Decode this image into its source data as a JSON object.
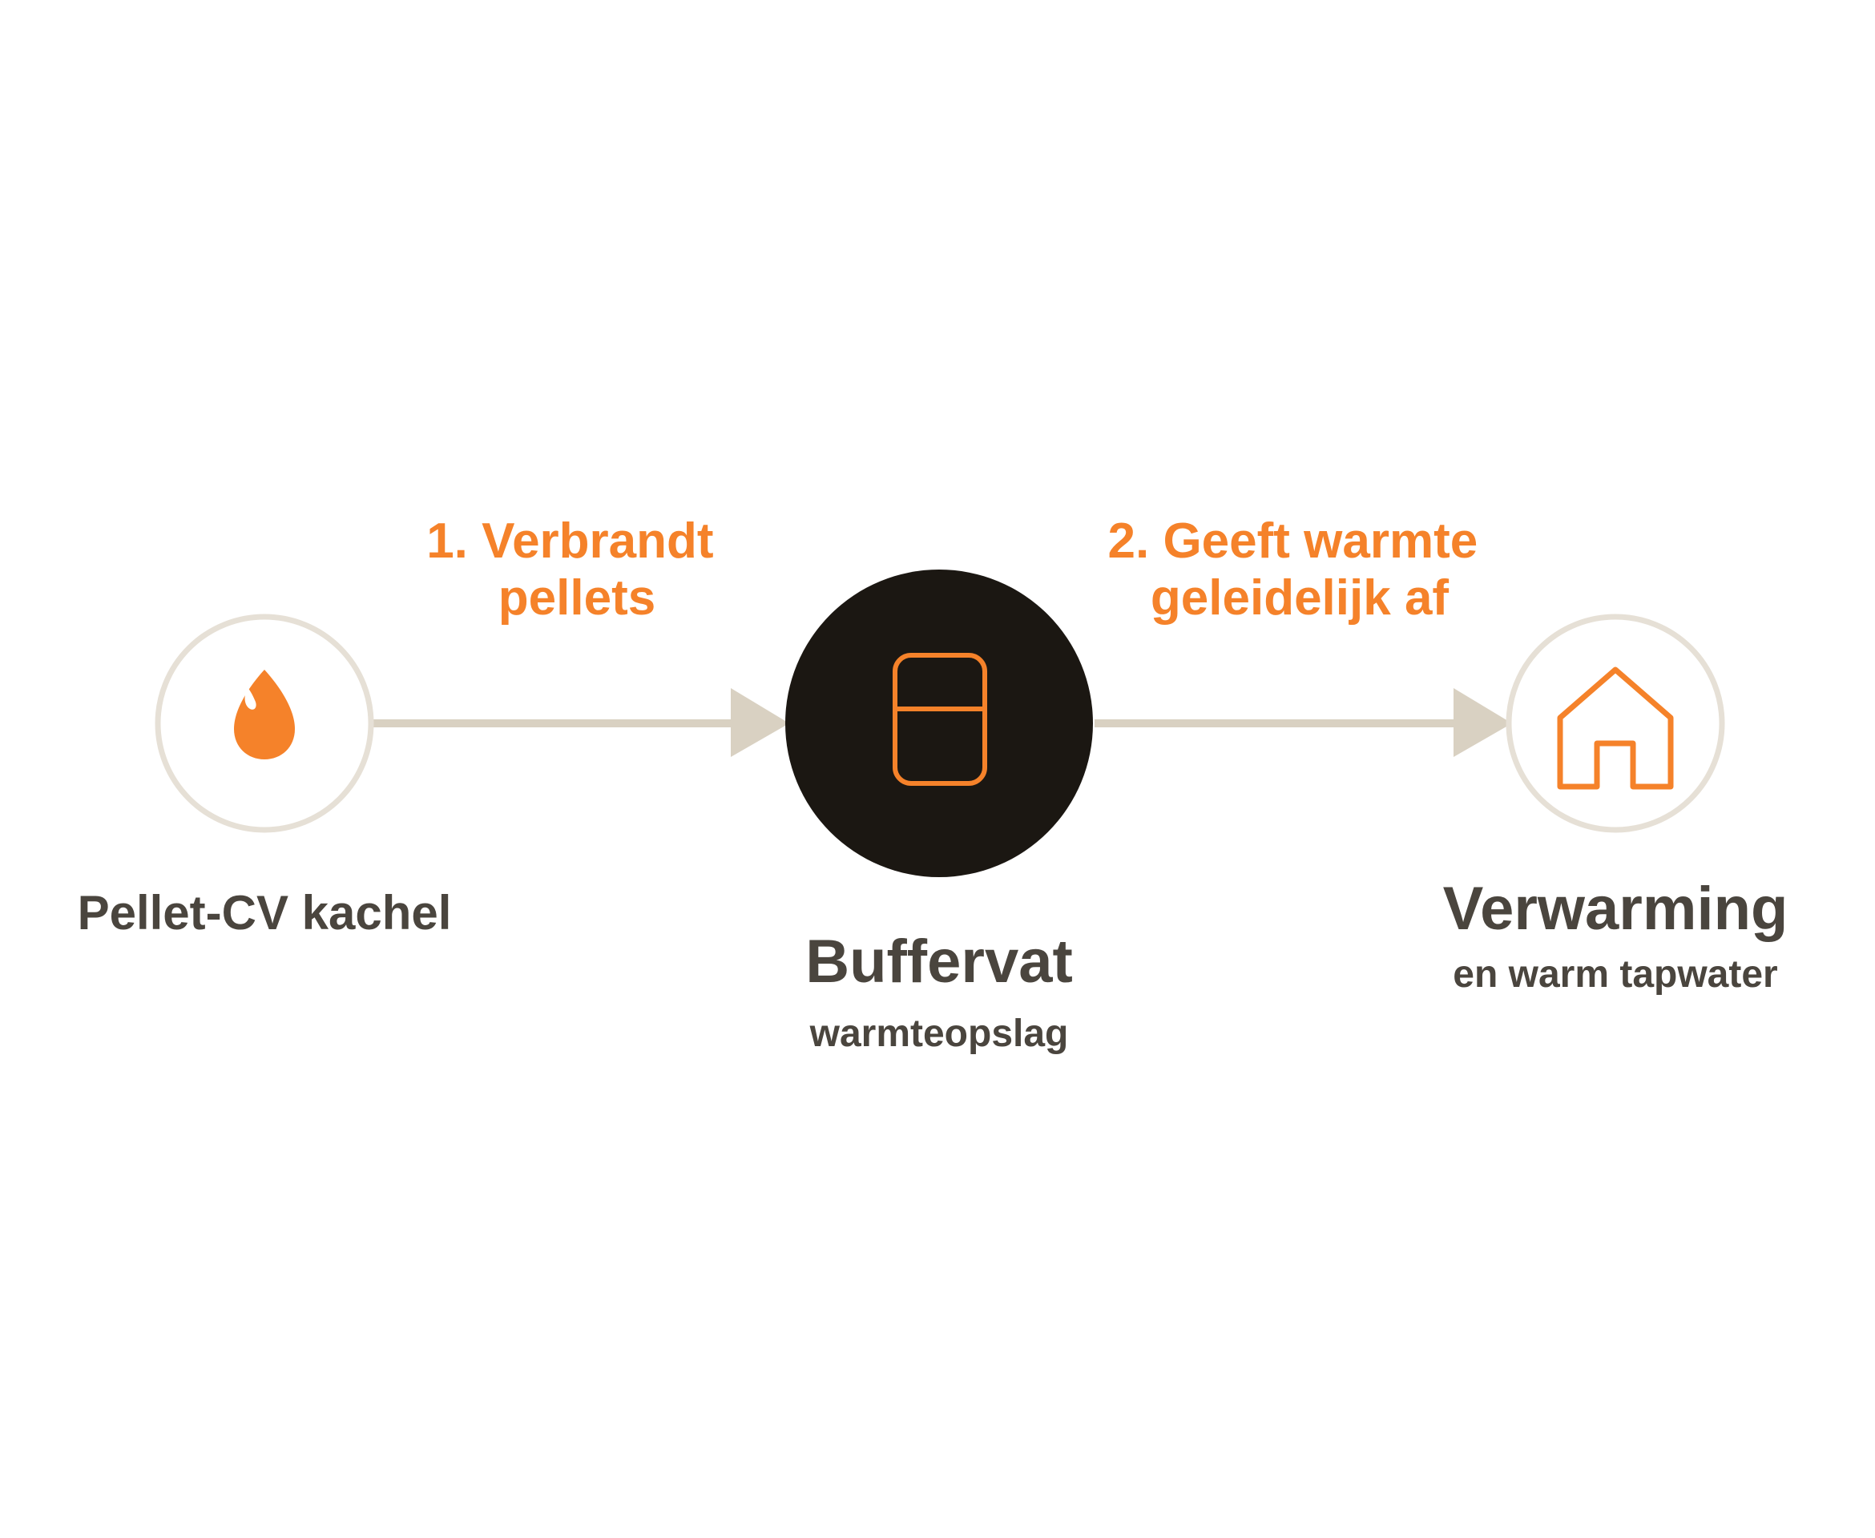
{
  "colors": {
    "accent": "#F5822A",
    "connector": "#D9D1C2",
    "ring": "#E6E0D6",
    "center_fill": "#1B1712",
    "text_dark": "#4A453E",
    "background": "#FFFFFF"
  },
  "steps": [
    {
      "lines": [
        "1. Verbrandt",
        "pellets"
      ]
    },
    {
      "lines": [
        "2. Geeft warmte",
        "geleidelijk af"
      ]
    }
  ],
  "nodes": {
    "stove": {
      "icon": "flame-icon",
      "title": "Pellet-CV kachel"
    },
    "buffer": {
      "icon": "buffer-tank-icon",
      "title": "Buffervat",
      "subtitle": "warmteopslag"
    },
    "heating": {
      "icon": "house-icon",
      "title": "Verwarming",
      "subtitle": "en warm tapwater"
    }
  }
}
